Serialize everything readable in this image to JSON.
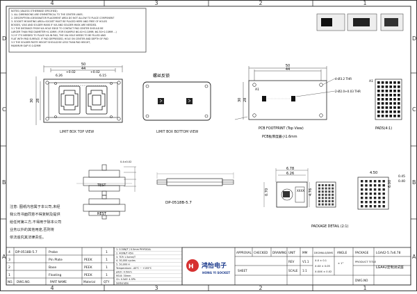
{
  "border": {
    "top_cols": [
      "4",
      "3",
      "2",
      "1"
    ],
    "bottom_cols": [
      "4",
      "3",
      "2",
      "1"
    ],
    "left_rows": [
      "D",
      "C",
      "B",
      "A"
    ],
    "right_rows": [
      "D",
      "C",
      "B",
      "A"
    ]
  },
  "notes": {
    "lines": [
      "NOTES (UNLESS OTHERWISE SPECIFIED)",
      "1. ALL DIMENSIONS ARE SYMMETRICAL TO THE CENTER LINES.",
      "2. DESCRIPTION=DESIGNATOR PLACEMENT AREA DO NOT ALLOW TO PLACE COMPONENT",
      "3. SOCKET MOUNTING AREA=SOCKET MUST BE PLACED HERE AND FREE OF HOLES",
      "   BOSSES, VIAS AND SOLDER MASK IF VIA AND SOLDER MASK ARE NEEDED.",
      "3.1 THE DISTANCE FROM VIA HOLE EDGE TO CONTACT PAD CENTER SHOULD BE",
      "   LARGER THAN PAD DIAMETER+0.10MM. (FOR EXAMPLE Φ0.40+0.10MM, Φ0.30+0.10MM ...)",
      "3.2 IF IT'S NEEDED TO PLACE VIA IN PAD, THE VIA HOLE NEEDS TO BE FILLED AND",
      "   FLAT WITH PAD SURFACE. IF PAD DEPRESSED, HOLE ON CENTER AND DEPTH OF PAD",
      "3.3 THE SOLDER PASTE HEIGHT SHOULD BE LESS THAN PAD HEIGHT,",
      "   MAXIMUM GAP IS 0.02MM"
    ]
  },
  "views": {
    "top_view_label": "LIMIT BOX TOP VIEW",
    "bottom_view_label": "LIMIT BOX BOTTOM VIEW",
    "screw_label": "螺丝反锁",
    "pcb_label": "PCB FOOTPRINT (Top View)",
    "pcb_thickness": "PCB板厚度最小1.6mm",
    "pads_label": "PADS(4:1)",
    "test_label": "TEST",
    "rest_label": "REST",
    "probe_part": "DP-0518B-5.7",
    "package_detail": "PACKAGE DETAIL (2:1)"
  },
  "dims": {
    "top_50": "50",
    "top_44": "44",
    "top_28": "28",
    "top_30": "30",
    "top_002": "+0.02",
    "top_002b": "+0.02",
    "top_626": "6.26",
    "top_615": "6.15",
    "pcb_50": "50",
    "pcb_44": "44",
    "pcb_30": "30",
    "pcb_28": "28",
    "pcb_a1": "A1",
    "pcb_hole1": "4-Ø3.2 THR",
    "pcb_hole2": "2-Ø2.0+0.03 THR",
    "pads_a1": "A1",
    "probe_top": "0.4±0.02",
    "pkg_678": "6.78",
    "pkg_626": "6.26",
    "pkg_476": "4.76",
    "pkg_070": "0.70",
    "pkg_045": "0.45",
    "pkg_040": "0.40",
    "pkg_600": "6.00",
    "pkg_450": "4.50"
  },
  "chinese_note": [
    "注意: 图纸内容属于本公司,未经",
    "我公司书面同意不得复制及提供",
    "给任何第三方,不得用于除本公司",
    "业务以外的其他用途,否则将",
    "依法追究其法律责任。"
  ],
  "bom": {
    "headers": [
      "NO.",
      "DWG.NO.",
      "PART NAME",
      "Material",
      "QTY"
    ],
    "rows": [
      [
        "4",
        "DP-0518B-5.7",
        "Probe",
        "",
        "1"
      ],
      [
        "3",
        "",
        "Pin Plate",
        "PEEK",
        "1"
      ],
      [
        "2",
        "",
        "Base",
        "PEEK",
        "1"
      ],
      [
        "1",
        "",
        "Floating",
        "PEEK",
        "1"
      ]
    ]
  },
  "specs": [
    "1. 0.30N/T / 0.5mm PHYSICAL",
    "2. 400N/T 45in",
    "3. TCR  1.5ohm/T",
    "4. 30,000 cycles",
    "5. 50,000 H",
    "Temperature: -40℃ ~ +155℃",
    "pitch: 0.5mm",
    "M3.8: 30mm",
    "Ch: 0.5AF: 4.5Ph",
    "Solderable"
  ],
  "title_block": {
    "approval": "APPROVAL",
    "checked": "CHECKED",
    "drawing": "DRAWING",
    "unit": "UNIT",
    "unit_value": "MM",
    "rev": "REV",
    "rev_value": "V1.1",
    "scale": "SCALE",
    "scale_value": "1:1",
    "decimal": "DECIMALS/DIMS",
    "angle": "ANGLE",
    "tol1": "X.X ± 0.1",
    "tol2": "X.XX ± 0.05",
    "tol3": "X.XXX ± 0.02",
    "tol_angle": "± 1°",
    "package_label": "PACKAGE",
    "package_value": "LGA42-5.7x6.78",
    "product_label": "PRODUCT TITLE",
    "product_value": "LGA42定制测试座",
    "dwg_label": "DWG.NO",
    "sheet_label": "SHEET",
    "company_cn": "鸿怡电子",
    "company_en": "HONG YI SOCKET"
  }
}
